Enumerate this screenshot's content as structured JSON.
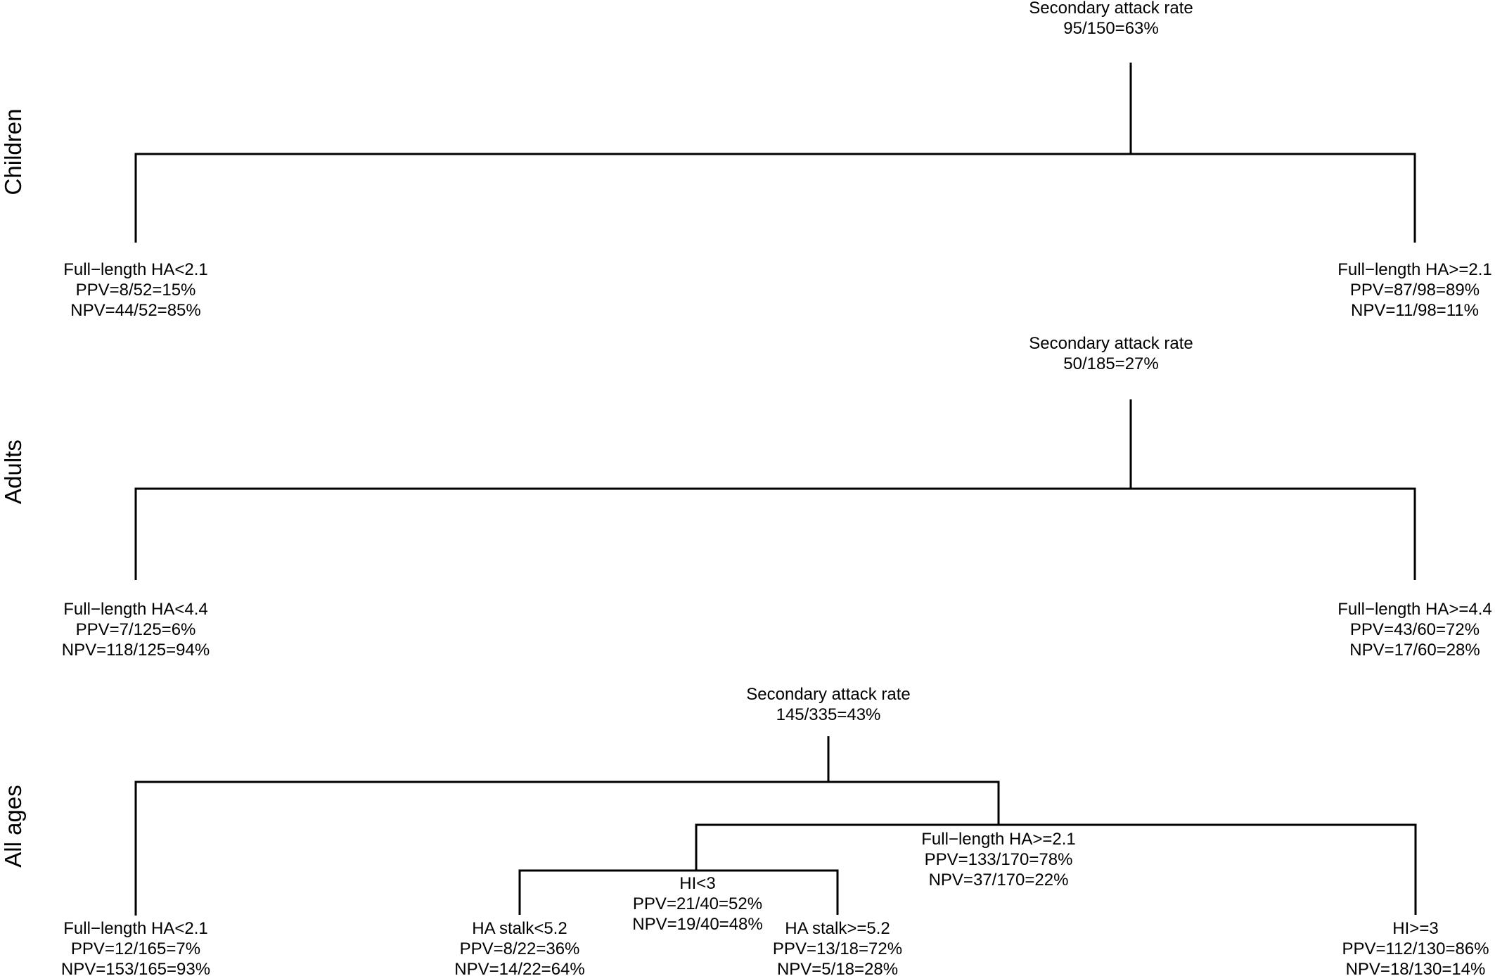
{
  "colors": {
    "background": "#ffffff",
    "line": "#000000",
    "text": "#000000"
  },
  "sections": [
    {
      "label": "Children"
    },
    {
      "label": "Adults"
    },
    {
      "label": "All ages"
    }
  ],
  "nodes": {
    "children_root": {
      "l1": "Secondary attack rate",
      "l2": "95/150=63%"
    },
    "children_left_leaf": {
      "l1": "Full−length HA<2.1",
      "l2": "PPV=8/52=15%",
      "l3": "NPV=44/52=85%"
    },
    "children_right_leaf": {
      "l1": "Full−length HA>=2.1",
      "l2": "PPV=87/98=89%",
      "l3": "NPV=11/98=11%"
    },
    "adults_root": {
      "l1": "Secondary attack rate",
      "l2": "50/185=27%"
    },
    "adults_left_leaf": {
      "l1": "Full−length HA<4.4",
      "l2": "PPV=7/125=6%",
      "l3": "NPV=118/125=94%"
    },
    "adults_right_leaf": {
      "l1": "Full−length HA>=4.4",
      "l2": "PPV=43/60=72%",
      "l3": "NPV=17/60=28%"
    },
    "allages_root": {
      "l1": "Secondary attack rate",
      "l2": "145/335=43%"
    },
    "allages_left_leaf": {
      "l1": "Full−length HA<2.1",
      "l2": "PPV=12/165=7%",
      "l3": "NPV=153/165=93%"
    },
    "allages_ha_ge_node": {
      "l1": "Full−length HA>=2.1",
      "l2": "PPV=133/170=78%",
      "l3": "NPV=37/170=22%"
    },
    "allages_hi_lt_node": {
      "l1": "HI<3",
      "l2": "PPV=21/40=52%",
      "l3": "NPV=19/40=48%"
    },
    "allages_stalk_lt_leaf": {
      "l1": "HA stalk<5.2",
      "l2": "PPV=8/22=36%",
      "l3": "NPV=14/22=64%"
    },
    "allages_stalk_ge_leaf": {
      "l1": "HA stalk>=5.2",
      "l2": "PPV=13/18=72%",
      "l3": "NPV=5/18=28%"
    },
    "allages_hi_ge_leaf": {
      "l1": "HI>=3",
      "l2": "PPV=112/130=86%",
      "l3": "NPV=18/130=14%"
    }
  }
}
